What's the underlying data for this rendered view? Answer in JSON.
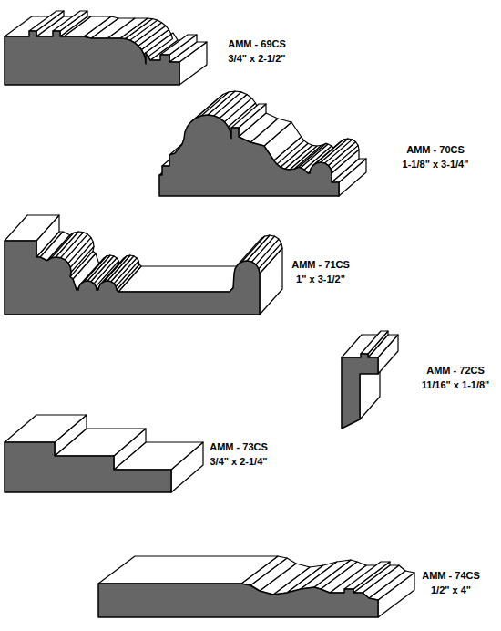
{
  "diagram": {
    "labels": [
      "AMM - 69CS",
      "3/4\" x 2-1/2\"",
      "AMM - 70CS",
      "1-1/8\" x 3-1/4\"",
      "AMM - 71CS",
      "1\" x 3-1/2\"",
      "AMM - 72CS",
      "11/16\" x 1-1/8\"",
      "AMM - 73CS",
      "3/4\" x 2-1/4\"",
      "AMM - 74CS",
      "1/2\" x 4\""
    ]
  }
}
